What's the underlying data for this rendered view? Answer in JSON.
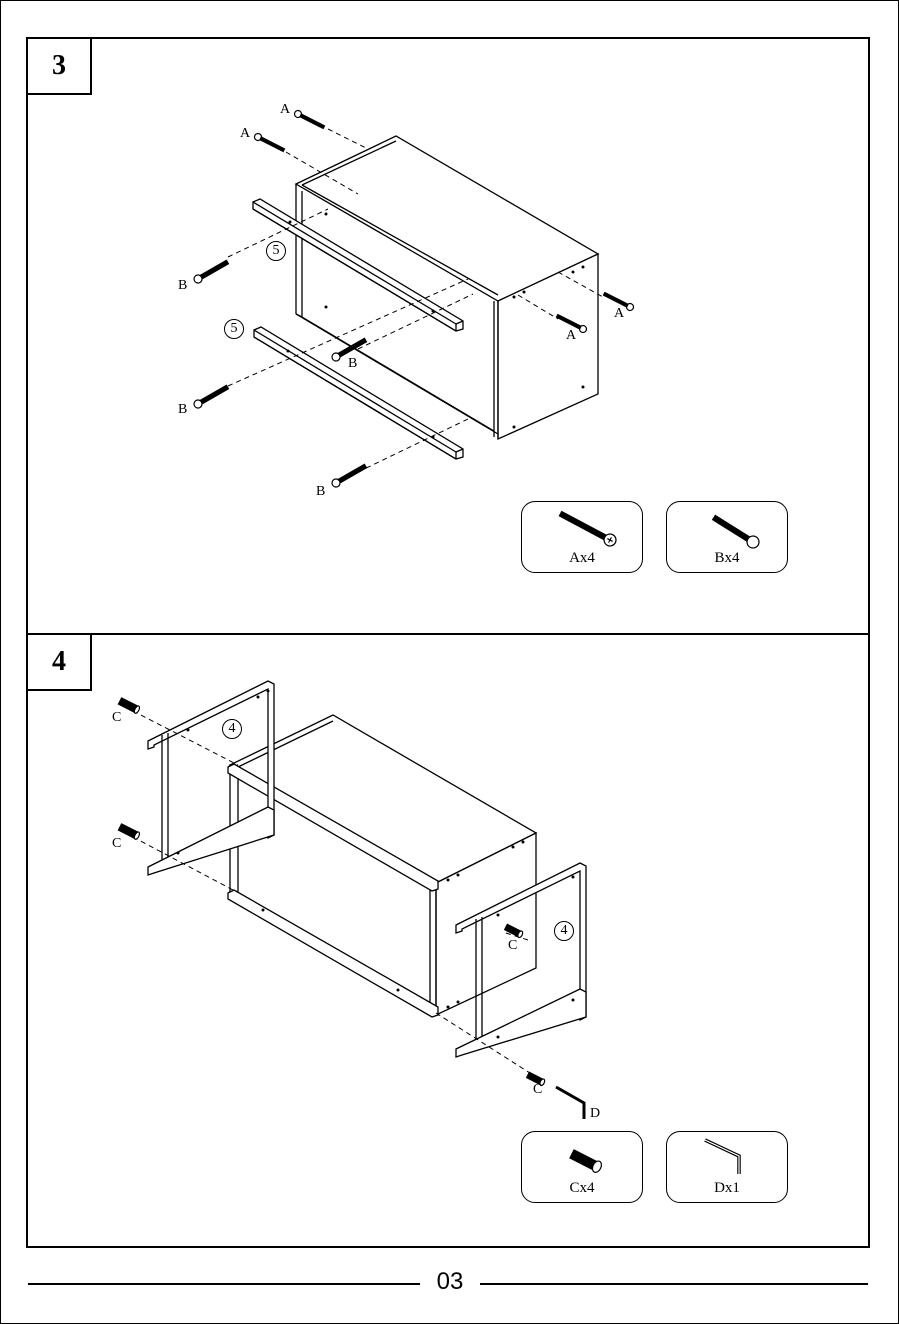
{
  "step3": {
    "number": "3",
    "part_labels": {
      "a1": "A",
      "a2": "A",
      "a3": "A",
      "a4": "A",
      "b1": "B",
      "b2": "B",
      "b3": "B",
      "b4": "B"
    },
    "part_numbers": {
      "bar_upper": "5",
      "bar_lower": "5"
    },
    "hardware": [
      {
        "label": "Ax4",
        "icon": "screw-a-icon"
      },
      {
        "label": "Bx4",
        "icon": "screw-b-icon"
      }
    ]
  },
  "step4": {
    "number": "4",
    "part_labels": {
      "c1": "C",
      "c2": "C",
      "c3": "C",
      "c4": "C",
      "d": "D"
    },
    "part_numbers": {
      "frame_left": "4",
      "frame_right": "4"
    },
    "hardware": [
      {
        "label": "Cx4",
        "icon": "bolt-c-icon"
      },
      {
        "label": "Dx1",
        "icon": "allen-key-icon"
      }
    ]
  },
  "footer": {
    "page_number": "03"
  }
}
